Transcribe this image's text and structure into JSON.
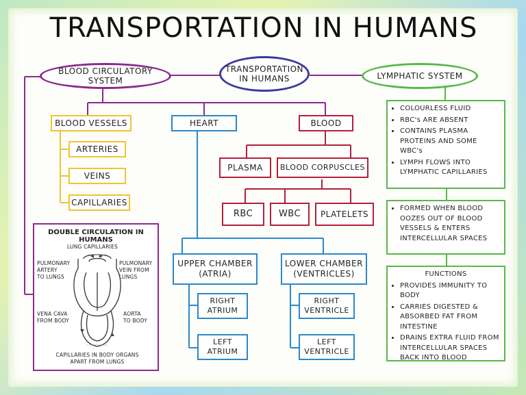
{
  "title": "TRANSPORTATION IN HUMANS",
  "center": "TRANSPORTATION\nIN HUMANS",
  "blood_circulatory_system": "BLOOD CIRCULATORY SYSTEM",
  "lymphatic_system": "LYMPHATIC SYSTEM",
  "blood_vessels": {
    "label": "BLOOD VESSELS",
    "items": [
      "ARTERIES",
      "VEINS",
      "CAPILLARIES"
    ]
  },
  "heart": {
    "label": "HEART",
    "upper": "UPPER CHAMBER\n(ATRIA)",
    "lower": "LOWER CHAMBER\n(VENTRICLES)",
    "right_atrium": "RIGHT\nATRIUM",
    "left_atrium": "LEFT\nATRIUM",
    "right_ventricle": "RIGHT\nVENTRICLE",
    "left_ventricle": "LEFT\nVENTRICLE"
  },
  "blood": {
    "label": "BLOOD",
    "plasma": "PLASMA",
    "corpuscles": "BLOOD CORPUSCLES",
    "rbc": "RBC",
    "wbc": "WBC",
    "platelets": "PLATELETS"
  },
  "double_circulation": {
    "title": "DOUBLE CIRCULATION IN HUMANS",
    "lung_capillaries": "LUNG CAPILLARIES",
    "pulmonary_artery": "PULMONARY\nARTERY\nTO LUNGS",
    "pulmonary_vein": "PULMONARY\nVEIN FROM\nLUNGS",
    "vena_cava": "VENA CAVA\nFROM BODY",
    "aorta": "AORTA\nTO BODY",
    "body_capillaries": "CAPILLARIES IN BODY ORGANS\nAPART FROM LUNGS"
  },
  "lymph_properties": [
    "COLOURLESS FLUID",
    "RBC's ARE ABSENT",
    "CONTAINS PLASMA PROTEINS AND SOME WBC's",
    "LYMPH FLOWS INTO LYMPHATIC CAPILLARIES"
  ],
  "lymph_formation": "FORMED WHEN BLOOD OOZES OUT OF BLOOD VESSELS & ENTERS INTERCELLULAR SPACES",
  "functions": {
    "heading": "FUNCTIONS",
    "items": [
      "PROVIDES IMMUNITY TO BODY",
      "CARRIES DIGESTED & ABSORBED FAT FROM INTESTINE",
      "DRAINS EXTRA FLUID FROM INTERCELLULAR SPACES BACK INTO BLOOD"
    ]
  }
}
